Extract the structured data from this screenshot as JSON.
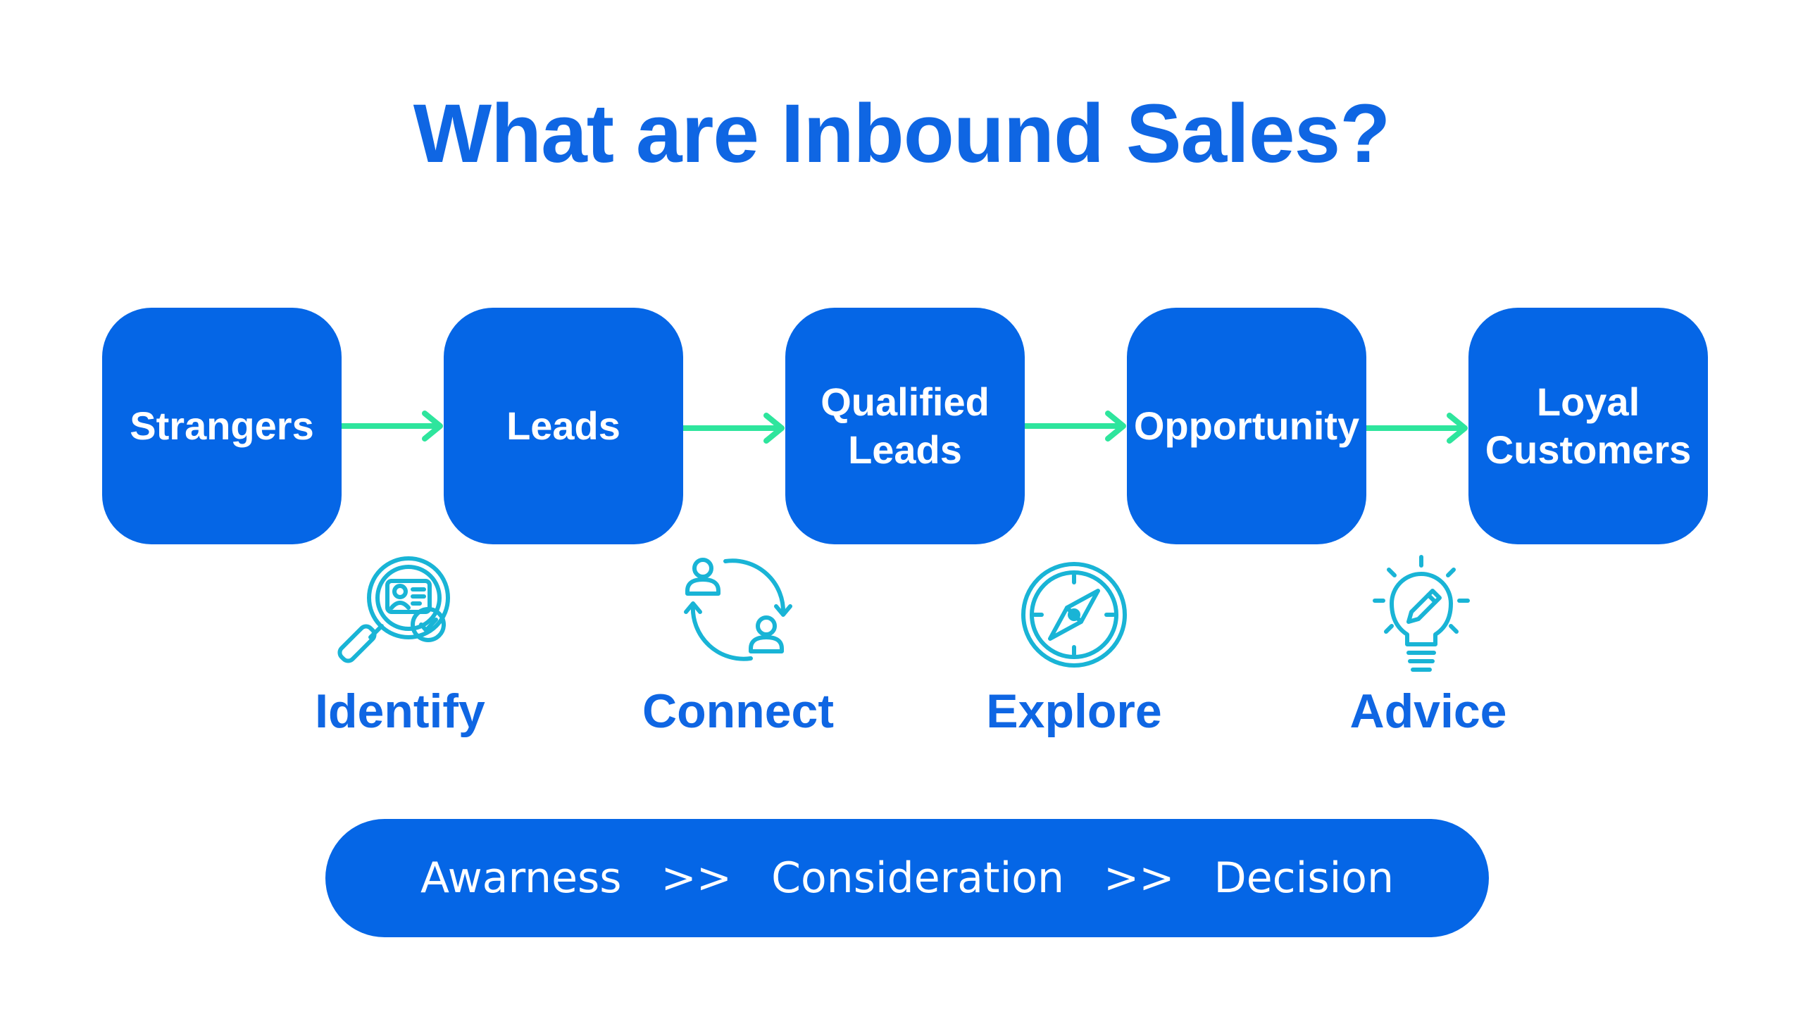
{
  "title": "What are Inbound Sales?",
  "colors": {
    "primary_blue": "#0566e6",
    "title_blue": "#0f66e3",
    "arrow_green": "#2ee59d",
    "icon_cyan": "#19b4d6"
  },
  "stages": [
    {
      "label": "Strangers"
    },
    {
      "label": "Leads"
    },
    {
      "label": "Qualified\nLeads"
    },
    {
      "label": "Opportunity"
    },
    {
      "label": "Loyal\nCustomers"
    }
  ],
  "steps": [
    {
      "label": "Identify",
      "icon": "magnifier-profile-check-icon"
    },
    {
      "label": "Connect",
      "icon": "two-users-cycle-icon"
    },
    {
      "label": "Explore",
      "icon": "compass-icon"
    },
    {
      "label": "Advice",
      "icon": "lightbulb-pen-icon"
    }
  ],
  "funnel": {
    "awareness": "Awarness",
    "consideration": "Consideration",
    "decision": "Decision",
    "separator": ">>"
  }
}
